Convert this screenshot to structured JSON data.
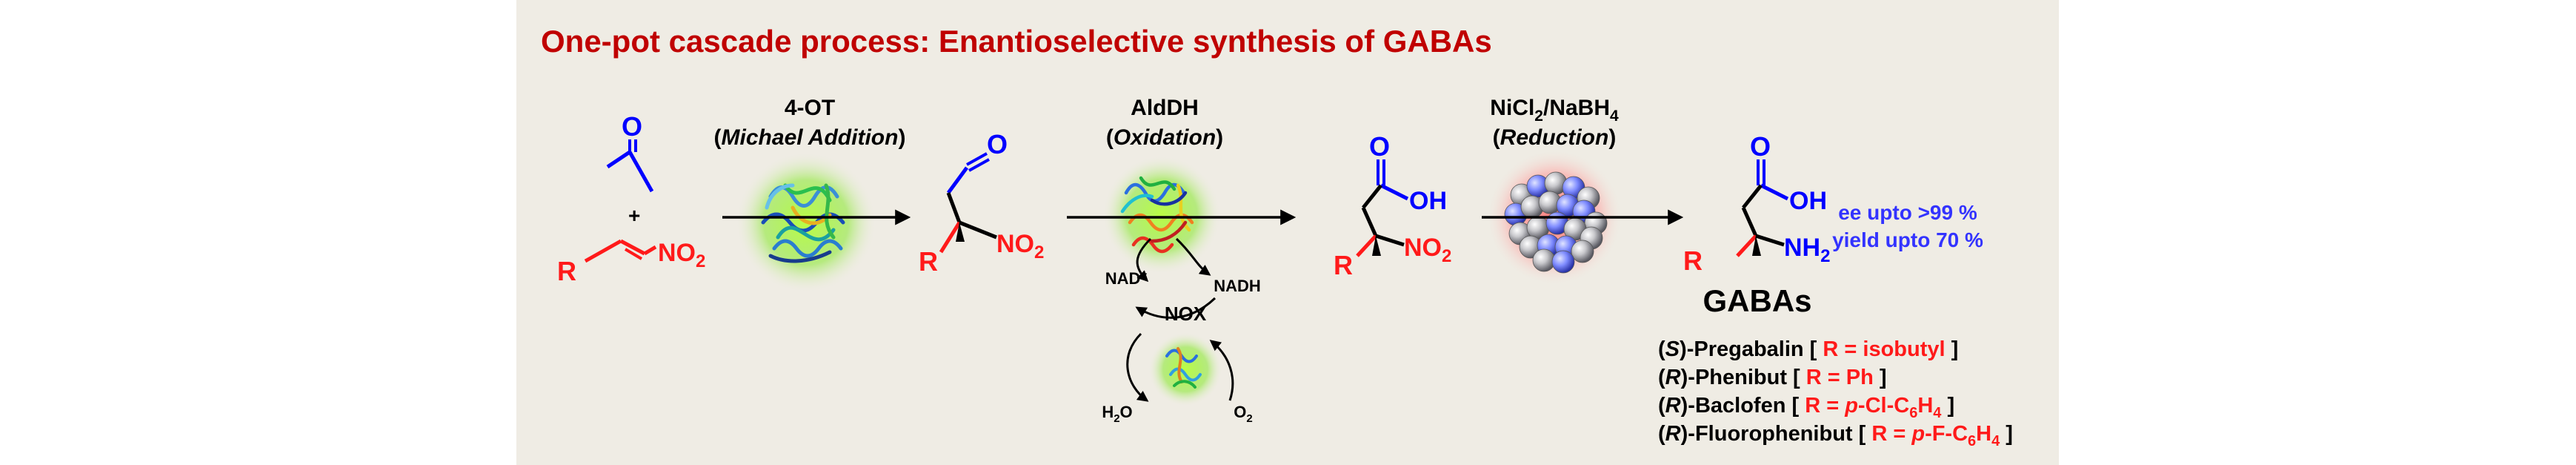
{
  "title": "One-pot cascade process: Enantioselective synthesis of GABAs",
  "colors": {
    "background": "#efece4",
    "title": "#c00000",
    "r_group": "#ff1a1a",
    "carbonyl": "#0000ff",
    "ee_text": "#3333ff",
    "text": "#000000"
  },
  "steps": [
    {
      "enzyme": "4-OT",
      "reaction": "Michael Addition",
      "paren_open": "(",
      "paren_close": ")"
    },
    {
      "enzyme": "AldDH",
      "reaction": "Oxidation",
      "paren_open": "(",
      "paren_close": ")"
    },
    {
      "reagent_1": "NiCl",
      "sub_1": "2",
      "reagent_2": "/NaBH",
      "sub_2": "4",
      "reaction": "Reduction",
      "paren_open": "(",
      "paren_close": ")"
    }
  ],
  "labels": {
    "O": "O",
    "OH": "OH",
    "R": "R",
    "plus": "+",
    "NO2": "NO",
    "NO2_sub": "2",
    "NH2": "NH",
    "NH2_sub": "2",
    "NAD_plus": "NAD",
    "NAD_plus_sup": "+",
    "NADH": "NADH",
    "NOX": "NOX",
    "H2O_h": "H",
    "H2O_sub": "2",
    "H2O_o": "O",
    "O2": "O",
    "O2_sub": "2"
  },
  "result": {
    "ee": "ee upto >99 %",
    "yield": "yield upto 70 %",
    "product_class": "GABAs"
  },
  "products": [
    {
      "config": "S",
      "name": "-Pregabalin [ ",
      "r_value": "R = isobutyl",
      "close": " ]"
    },
    {
      "config": "R",
      "name": "-Phenibut [ ",
      "r_value": "R = Ph",
      "close": " ]"
    },
    {
      "config": "R",
      "name": "-Baclofen [ ",
      "r_prefix": "R = ",
      "r_italic": "p",
      "r_mid": "-Cl-C",
      "r_sub1": "6",
      "r_h": "H",
      "r_sub2": "4",
      "close": " ]"
    },
    {
      "config": "R",
      "name": "-Fluorophenibut [ ",
      "r_prefix": "R = ",
      "r_italic": "p",
      "r_mid": "-F-C",
      "r_sub1": "6",
      "r_h": "H",
      "r_sub2": "4",
      "close": " ]"
    }
  ]
}
